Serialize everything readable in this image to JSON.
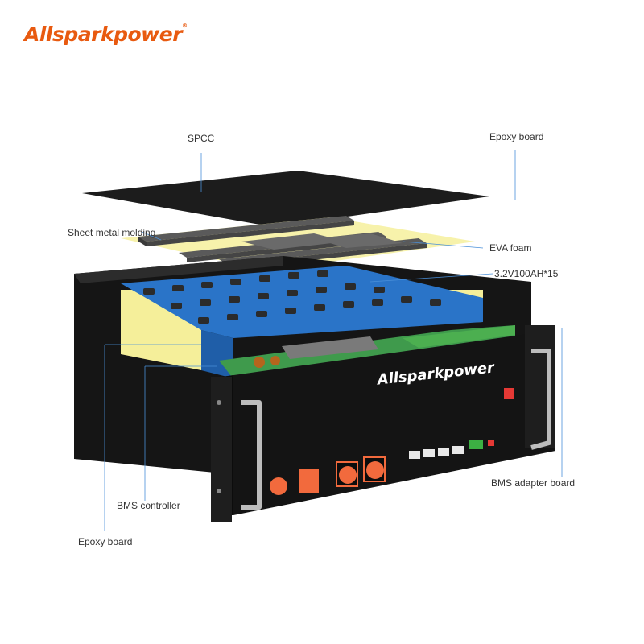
{
  "brand": {
    "logo_text": "Allsparkpower",
    "colors": {
      "accent": "#e85a10",
      "panel": "#1a1a1a",
      "foam": "#f5ef9a",
      "cells": "#2a74c8",
      "pcb": "#3f9a4c",
      "leader": "#4a90d9"
    }
  },
  "labels": {
    "spcc": "SPCC",
    "epoxy_top": "Epoxy board",
    "sheet_metal": "Sheet metal molding",
    "eva_foam": "EVA foam",
    "cells": "3.2V100AH*15",
    "bms_adapter": "BMS adapter board",
    "bms_controller": "BMS controller",
    "epoxy_bottom": "Epoxy board"
  },
  "front_panel": {
    "brand_text": "Allsparkpower"
  },
  "icons": [
    "breaker-switch-icon",
    "battery-terminal-icon",
    "rj45-port-icon",
    "handle-icon"
  ]
}
